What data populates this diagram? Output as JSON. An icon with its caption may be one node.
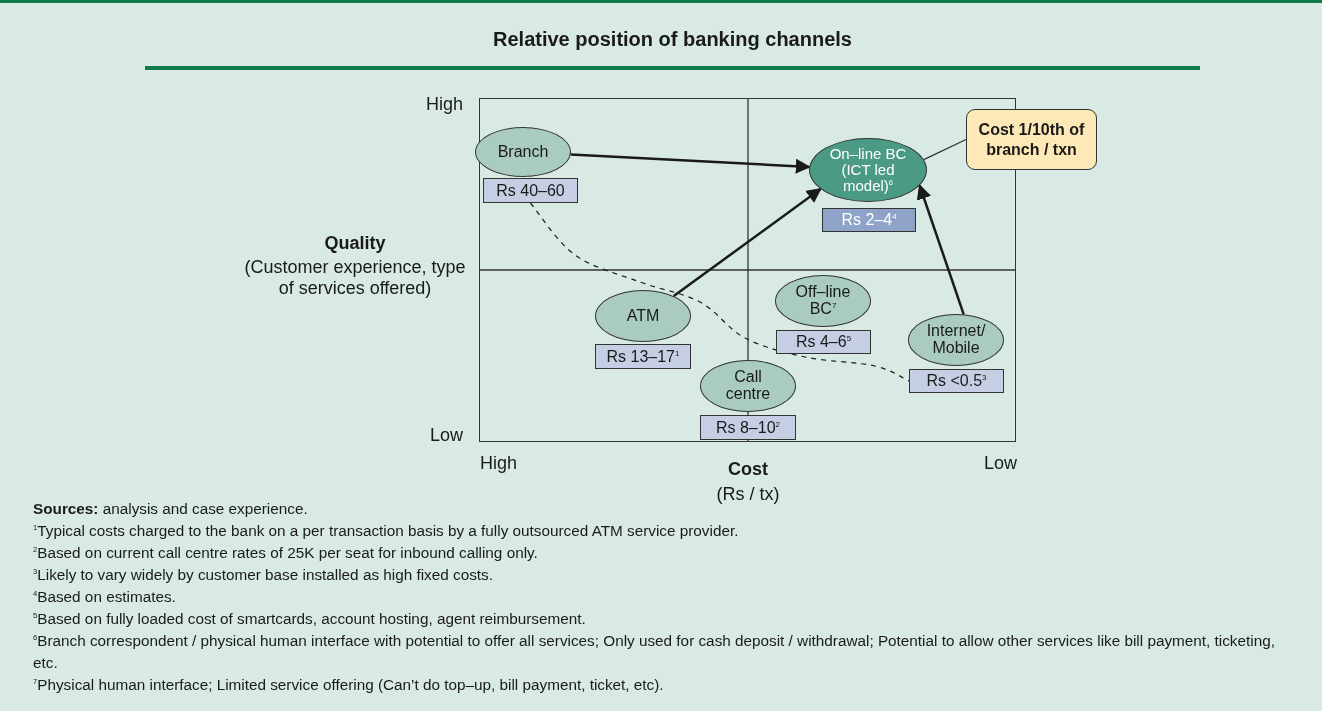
{
  "diagram": {
    "title": "Relative position of banking channels",
    "nodes": [
      {
        "text": [
          "Branch"
        ]
      },
      {
        "text": [
          "Rs 40–60"
        ]
      },
      {
        "text": [
          "Cost 1/10th of branch / txn"
        ]
      },
      {
        "text": [
          "On–line BC (ICT led model)$^{6}$"
        ]
      },
      {
        "text": [
          "Rs 2–4$^{4}$"
        ]
      },
      {
        "text": [
          "Off–line BC$^{7}$"
        ]
      },
      {
        "text": [
          "Rs 4–6$^{5}$"
        ]
      },
      {
        "text": [
          "ATM"
        ]
      },
      {
        "text": [
          "Rs 13–17$^{1}$"
        ]
      },
      {
        "text": [
          "Internet/ Mobile"
        ]
      },
      {
        "text": [
          "Rs <0.5$^{3}$"
        ]
      },
      {
        "text": [
          "Call centre"
        ]
      },
      {
        "text": [
          "Rs 8–10$^{2}$"
        ]
      }
    ],
    "edges": [
      {
        "from": 0,
        "to": 3,
        "arrow": "to"
      },
      {
        "from": 2,
        "to": 3,
        "arrow": "none"
      },
      {
        "from": 7,
        "to": 3,
        "arrow": "to"
      },
      {
        "from": 9,
        "to": 3,
        "arrow": "to"
      },
      {
        "from": 1,
        "to": 10,
        "arrow": "none",
        "style": "dashed"
      }
    ],
    "labels": [
      "High",
      "Quality",
      "(Customer experience, type of services offered)",
      "Low",
      "High",
      "Cost",
      "(Rs / tx)",
      "Low",
      "**Sources:** analysis and case experience.",
      "$^{1}$Typical costs charged to the bank on a per transaction basis by a fully outsourced ATM service provider.",
      "$^{2}$Based on current call centre rates of 25K per seat for inbound calling only.",
      "$^{3}$Likely to vary widely by customer base installed as high fixed costs.",
      "$^{4}$Based on estimates.",
      "$^{5}$Based on fully loaded cost of smartcards, account hosting, agent reimbursement.",
      "$^{6}$Branch correspondent / physical human interface with potential to offer all services; Only used for cash deposit / withdrawal; Potential to allow other services like bill payment, ticketing, etc.",
      "$^{7}$Physical human interface; Limited service offering (Can’t do top–up, bill payment, ticket, etc)."
    ]
  }
}
